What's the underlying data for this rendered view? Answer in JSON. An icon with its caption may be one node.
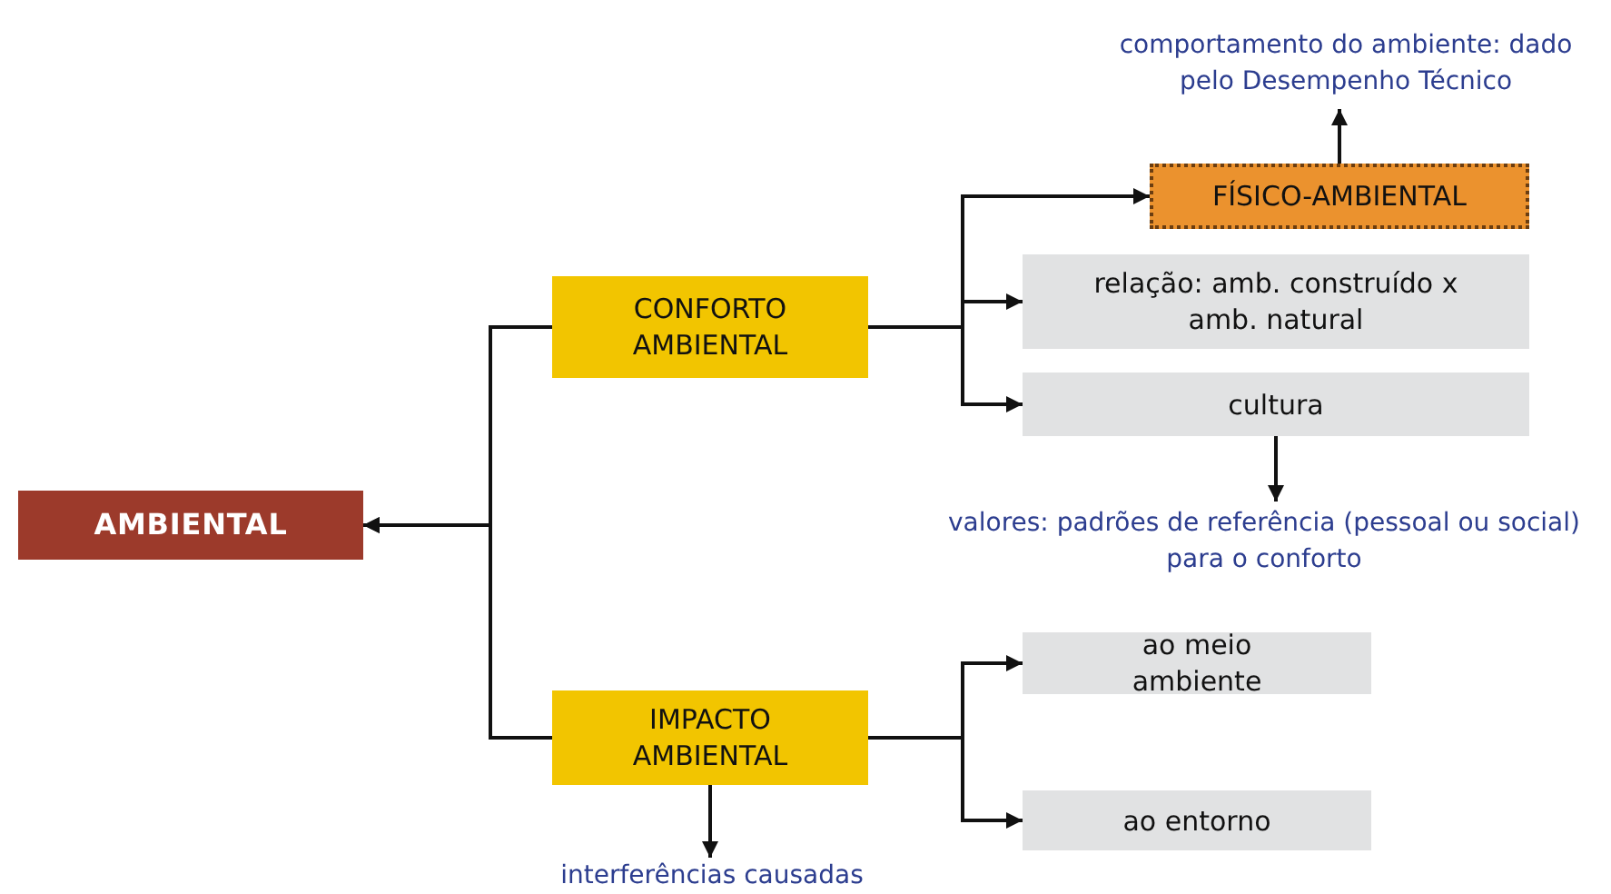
{
  "diagram": {
    "nodes": [
      {
        "text": [
          "AMBIENTAL"
        ]
      },
      {
        "text": [
          "CONFORTO AMBIENTAL"
        ]
      },
      {
        "text": [
          "IMPACTO AMBIENTAL"
        ]
      },
      {
        "text": [
          "FÍSICO-AMBIENTAL"
        ]
      },
      {
        "text": [
          "relação: amb. construído x amb. natural"
        ]
      },
      {
        "text": [
          "cultura"
        ]
      },
      {
        "text": [
          "ao meio ambiente"
        ]
      },
      {
        "text": [
          "ao entorno"
        ]
      },
      {
        "text": [
          "comportamento do ambiente: dado pelo Desempenho Técnico"
        ]
      },
      {
        "text": [
          "valores: padrões de referência (pessoal ou social) para o conforto"
        ]
      },
      {
        "text": [
          "interferências causadas"
        ]
      }
    ],
    "edges": [
      {
        "from": 1,
        "to": 0,
        "arrow": "to"
      },
      {
        "from": 2,
        "to": 0,
        "arrow": "to"
      },
      {
        "from": 1,
        "to": 3,
        "arrow": "to"
      },
      {
        "from": 1,
        "to": 4,
        "arrow": "to"
      },
      {
        "from": 1,
        "to": 5,
        "arrow": "to"
      },
      {
        "from": 3,
        "to": 8,
        "arrow": "to"
      },
      {
        "from": 5,
        "to": 9,
        "arrow": "to"
      },
      {
        "from": 2,
        "to": 10,
        "arrow": "to"
      },
      {
        "from": 2,
        "to": 6,
        "arrow": "to"
      },
      {
        "from": 2,
        "to": 7,
        "arrow": "to"
      }
    ]
  }
}
